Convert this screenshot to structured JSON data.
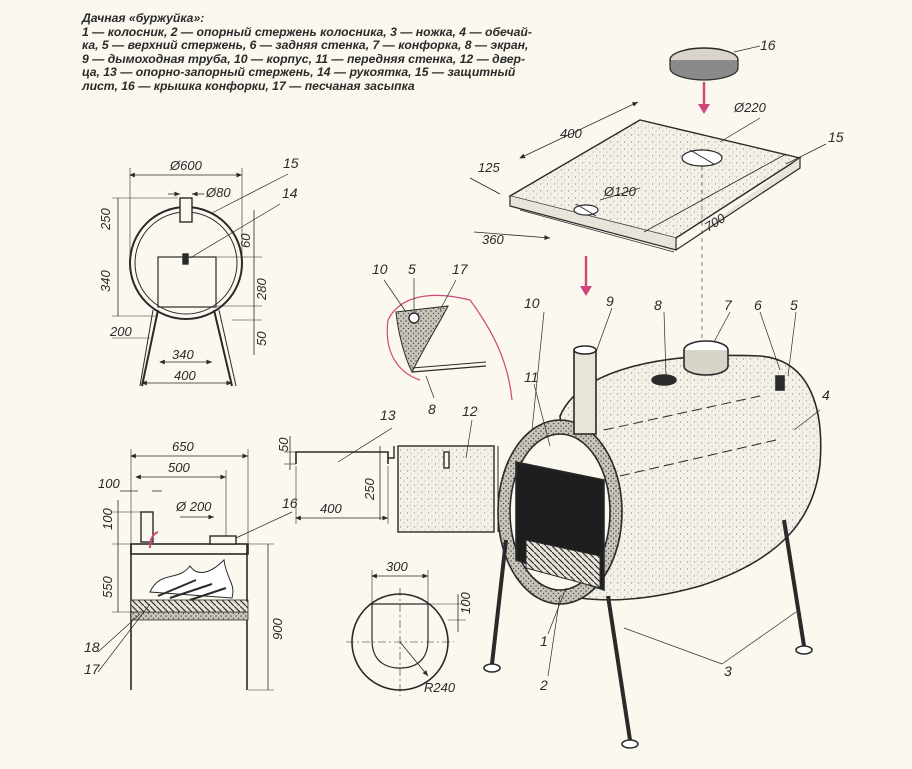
{
  "caption": {
    "title": "Дачная «буржуйка»:",
    "lines": [
      "1 — колосник, 2 — опорный стержень колосника, 3 — ножка, 4 — обечай-",
      "ка, 5 — верхний стержень, 6 — задняя стенка, 7 — конфорка, 8 — экран,",
      "9 — дымоходная труба, 10 — корпус, 11 — передняя стенка, 12 — двер-",
      "ца, 13 — опорно-запорный стержень, 14 — рукоятка, 15 — защитный",
      "лист, 16 — крышка конфорки, 17 — песчаная засыпка"
    ]
  },
  "front_view": {
    "dims": {
      "d600": "Ø600",
      "d80": "Ø80",
      "d250": "250",
      "d60": "60",
      "d340v": "340",
      "d280": "280",
      "d50": "50",
      "d200": "200",
      "d340h": "340",
      "d400": "400"
    },
    "labels": {
      "c15": "15",
      "c14": "14"
    }
  },
  "side_section": {
    "dims": {
      "d650": "650",
      "d500": "500",
      "d100a": "100",
      "d100b": "100",
      "d200": "Ø 200",
      "d550": "550",
      "d900": "900"
    },
    "labels": {
      "c16": "16",
      "c18": "18",
      "c17": "17"
    }
  },
  "detail": {
    "labels": {
      "c10": "10",
      "c5": "5",
      "c17": "17",
      "c8": "8"
    }
  },
  "door": {
    "dims": {
      "d50": "50",
      "d250": "250",
      "d400": "400"
    },
    "labels": {
      "c13": "13",
      "c12": "12"
    }
  },
  "front_wall": {
    "dims": {
      "d300": "300",
      "d100": "100",
      "r240": "R240"
    }
  },
  "shield": {
    "dims": {
      "d400": "400",
      "d125": "125",
      "d120": "Ø120",
      "d220": "Ø220",
      "d360": "360",
      "d700": "700"
    },
    "labels": {
      "c15": "15",
      "c16": "16"
    }
  },
  "stove": {
    "labels": {
      "c10": "10",
      "c9": "9",
      "c8": "8",
      "c7": "7",
      "c6": "6",
      "c5": "5",
      "c4": "4",
      "c11": "11",
      "c1": "1",
      "c2": "2",
      "c3": "3"
    }
  },
  "colors": {
    "ink": "#2a2a2a",
    "arrow": "#d0457a",
    "paper": "#fbf8ef",
    "speckle": "#8a8a8a"
  }
}
